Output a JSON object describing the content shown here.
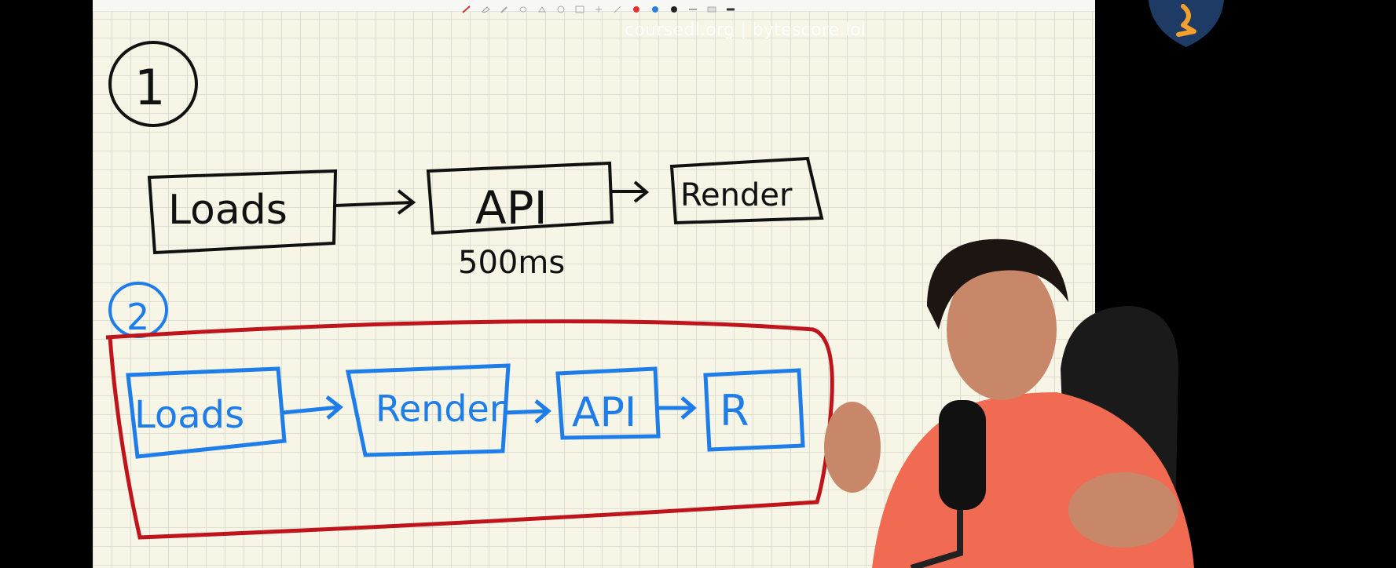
{
  "watermark": {
    "text": "coursedl.org | bytescore.lol"
  },
  "diagram1": {
    "number": "1",
    "box1": "Loads",
    "box2": "API",
    "box3": "Render",
    "timing": "500ms"
  },
  "diagram2": {
    "number": "2",
    "box1": "Loads",
    "box2": "Render",
    "box3": "API",
    "box4": "R"
  },
  "toolbar": {
    "icons": [
      "pen-icon",
      "eraser-icon",
      "highlighter-icon",
      "lasso-icon",
      "shape-icon",
      "undo-icon",
      "image-icon",
      "add-icon",
      "laser-icon",
      "red-color",
      "blue-color",
      "black-color",
      "line-thin",
      "line-medium",
      "line-thick"
    ]
  },
  "colors": {
    "ink_black": "#111111",
    "ink_blue": "#1e7de8",
    "ink_red": "#c0141c",
    "paper": "#f6f5e6",
    "grid": "#dcdfd2"
  }
}
